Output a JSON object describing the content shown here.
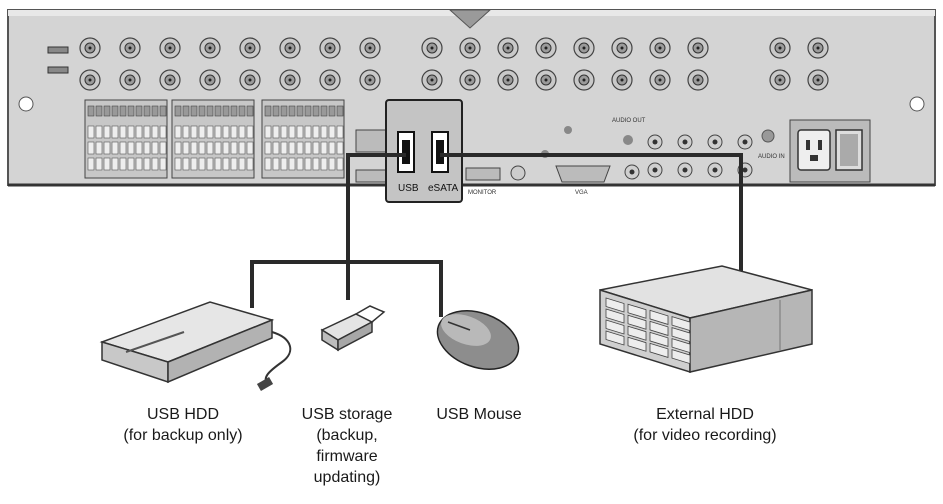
{
  "ports": {
    "usb": "USB",
    "esata": "eSATA",
    "audio_out": "AUDIO OUT",
    "audio_in": "AUDIO IN",
    "monitor": "MONITOR",
    "vga": "VGA"
  },
  "devices": {
    "usb_hdd": {
      "lines": [
        "USB HDD",
        "(for backup only)"
      ]
    },
    "usb_storage": {
      "lines": [
        "USB storage",
        "(backup,",
        "firmware",
        "updating)"
      ]
    },
    "usb_mouse": {
      "lines": [
        "USB Mouse"
      ]
    },
    "external_hdd": {
      "lines": [
        "External HDD",
        "(for video recording)"
      ]
    }
  },
  "colors": {
    "chassis": "#d2d2d2",
    "chassis_dark": "#9a9a9a",
    "cable": "#2a2a2a",
    "highlight": "#bdbdbd"
  }
}
